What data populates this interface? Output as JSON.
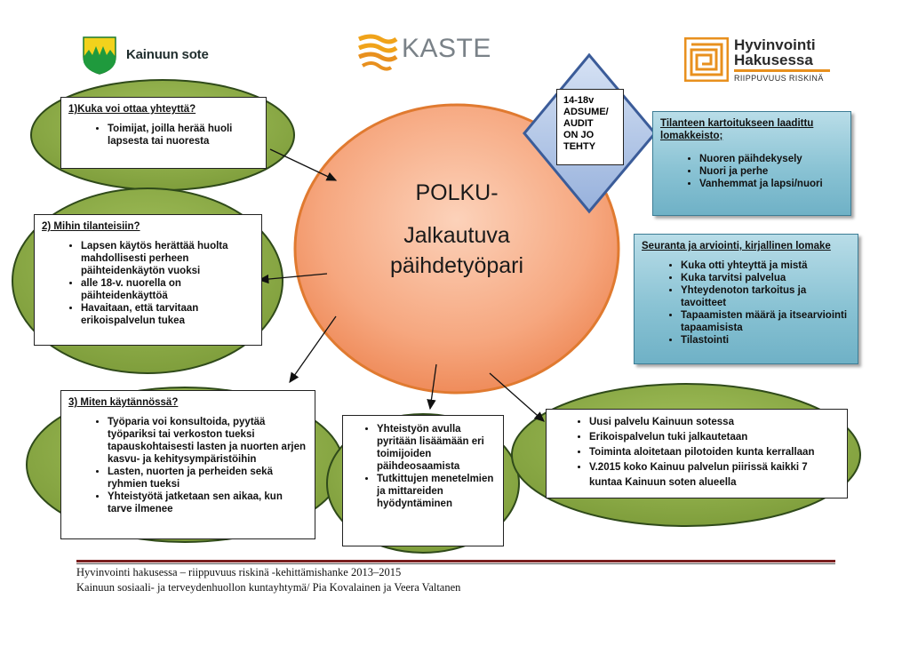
{
  "logos": {
    "kainuu": "Kainuun sote",
    "kaste": "KASTE",
    "hh_line1": "Hyvinvointi",
    "hh_line2": "Hakusessa",
    "hh_line3": "RIIPPUVUUS RISKINÄ"
  },
  "center": {
    "line1": "POLKU-",
    "line2": "Jalkautuva",
    "line3": "päihdetyöpari"
  },
  "diamond": {
    "text": [
      "14-18v",
      "ADSUME/",
      "AUDIT",
      "ON JO",
      "TEHTY"
    ]
  },
  "box1": {
    "head": "1)Kuka voi ottaa yhteyttä?",
    "items": [
      "Toimijat, joilla herää huoli lapsesta tai nuoresta"
    ]
  },
  "box2": {
    "head": "2) Mihin tilanteisiin?",
    "items": [
      "Lapsen käytös herättää huolta mahdollisesti perheen päihteidenkäytön vuoksi",
      "alle 18-v. nuorella on päihteidenkäyttöä",
      "Havaitaan, että tarvitaan erikoispalvelun tukea"
    ]
  },
  "box3": {
    "head": "3) Miten käytännössä?",
    "items": [
      "Työparia voi konsultoida, pyytää työpariksi tai verkoston tueksi tapauskohtaisesti lasten ja nuorten arjen kasvu- ja kehitysympäristöihin",
      "Lasten, nuorten ja perheiden sekä ryhmien tueksi",
      "Yhteistyötä jatketaan sen aikaa, kun tarve ilmenee"
    ]
  },
  "box4": {
    "items": [
      "Yhteistyön avulla pyritään lisäämään eri toimijoiden päihdeosaamista",
      "Tutkittujen menetelmien ja mittareiden hyödyntäminen"
    ]
  },
  "box5": {
    "items": [
      "Uusi palvelu Kainuun sotessa",
      "Erikoispalvelun tuki jalkautetaan",
      "Toiminta aloitetaan pilotoiden kunta kerrallaan",
      "V.2015 koko Kainuu palvelun piirissä kaikki 7 kuntaa Kainuun soten alueella"
    ]
  },
  "blue1": {
    "head": "Tilanteen kartoitukseen laadittu lomakkeisto;",
    "items": [
      "Nuoren päihdekysely",
      "Nuori ja perhe",
      "Vanhemmat ja lapsi/nuori"
    ]
  },
  "blue2": {
    "head": "Seuranta ja arviointi, kirjallinen lomake",
    "items": [
      "Kuka otti yhteyttä ja mistä",
      "Kuka tarvitsi palvelua",
      "Yhteydenoton tarkoitus ja tavoitteet",
      "Tapaamisten määrä ja itsearviointi tapaamisista",
      "Tilastointi"
    ]
  },
  "footer": {
    "line1": "Hyvinvointi hakusessa – riippuvuus riskinä -kehittämishanke 2013–2015",
    "line2": "Kainuun sosiaali- ja terveydenhuollon kuntayhtymä/ Pia Kovalainen ja Veera Valtanen"
  },
  "colors": {
    "ellipse_green": "#8fb04a",
    "ellipse_border": "#2f4a1a",
    "circle_fill": "#f4a07a",
    "circle_border": "#e07a30",
    "diamond_fill": "#aec3e6",
    "diamond_border": "#3b5c99"
  }
}
